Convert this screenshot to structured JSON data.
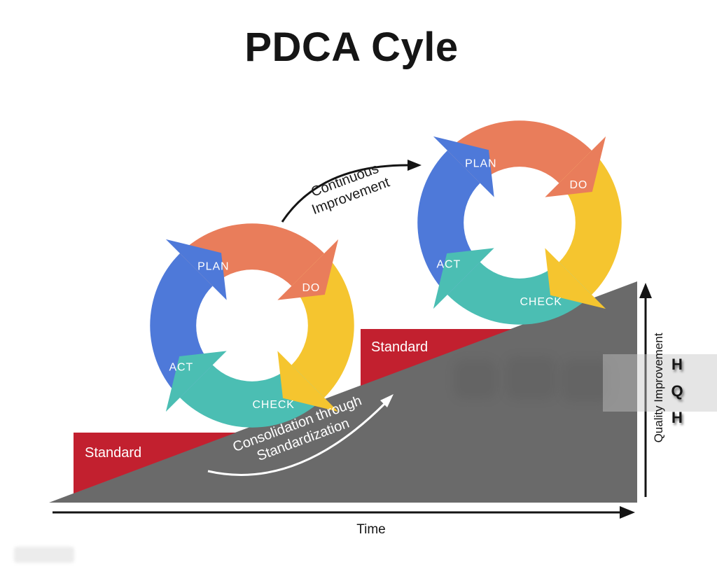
{
  "title": "PDCA Cyle",
  "cycle": {
    "segments": [
      {
        "id": "plan",
        "label": "PLAN",
        "color": "#E97D5B"
      },
      {
        "id": "do",
        "label": "DO",
        "color": "#F5C52F"
      },
      {
        "id": "check",
        "label": "CHECK",
        "color": "#4BBEB3"
      },
      {
        "id": "act",
        "label": "ACT",
        "color": "#4E79D9"
      }
    ]
  },
  "standard_blocks": [
    {
      "label": "Standard"
    },
    {
      "label": "Standard"
    }
  ],
  "annotations": {
    "continuous_improvement": {
      "line1": "Continuous",
      "line2": "Improvement"
    },
    "consolidation": {
      "line1": "Consolidation through",
      "line2": "Standardization"
    }
  },
  "axes": {
    "x_label": "Time",
    "y_label": "Quality Improvement"
  },
  "watermark": {
    "letters": [
      "H",
      "Q",
      "H"
    ]
  },
  "colors": {
    "slope_gray": "#6A6A6A",
    "standard_red": "#C2202F",
    "ink_black": "#141414",
    "arrow_white": "#FFFFFF"
  }
}
